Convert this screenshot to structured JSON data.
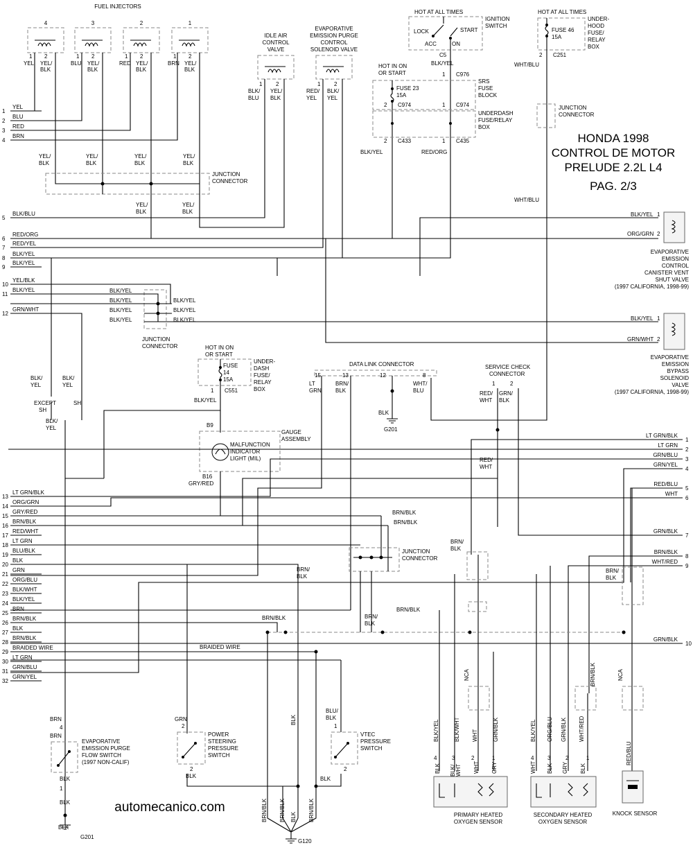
{
  "title": {
    "line1": "HONDA 1998",
    "line2": "CONTROL DE MOTOR",
    "line3": "PRELUDE 2.2L L4",
    "line4": "PAG. 2/3"
  },
  "watermark": "automecanico.com",
  "labels": {
    "fuel_injectors": "FUEL INJECTORS",
    "idle_air": [
      "IDLE AIR",
      "CONTROL",
      "VALVE"
    ],
    "evap_purge": [
      "EVAPORATIVE",
      "EMISSION PURGE",
      "CONTROL",
      "SOLENOID VALVE"
    ],
    "hot_all_times_1": "HOT AT ALL TIMES",
    "ignition_switch": [
      "IGNITION",
      "SWITCH"
    ],
    "ign_positions": [
      "LOCK",
      "START",
      "ACC",
      "ON"
    ],
    "hot_all_times_2": "HOT AT ALL TIMES",
    "underhood_box": [
      "UNDER-",
      "HOOD",
      "FUSE/",
      "RELAY",
      "BOX"
    ],
    "fuse46": [
      "FUSE 46",
      "15A"
    ],
    "hot_in_on_1": [
      "HOT IN ON",
      "OR START"
    ],
    "fuse23": [
      "FUSE 23",
      "15A"
    ],
    "srs_fuse_block": [
      "SRS",
      "FUSE",
      "BLOCK"
    ],
    "underdash_box_1": [
      "UNDERDASH",
      "FUSE/RELAY",
      "BOX"
    ],
    "junction_connector": [
      "JUNCTION",
      "CONNECTOR"
    ],
    "canister_vent": [
      "EVAPORATIVE",
      "EMISSION",
      "CONTROL",
      "CANISTER VENT",
      "SHUT VALVE",
      "(1997 CALIFORNIA, 1998-99)"
    ],
    "bypass_valve": [
      "EVAPORATIVE",
      "EMISSION",
      "BYPASS",
      "SOLENOID",
      "VALVE",
      "(1997 CALIFORNIA, 1998-99)"
    ],
    "hot_in_on_2": [
      "HOT IN ON",
      "OR START"
    ],
    "fuse14": [
      "FUSE",
      "14",
      "15A"
    ],
    "underdash_box_2": [
      "UNDER-",
      "DASH",
      "FUSE/",
      "RELAY",
      "BOX"
    ],
    "gauge_assembly": [
      "GAUGE",
      "ASSEMBLY"
    ],
    "mil": [
      "MALFUNCTION",
      "INDICATOR",
      "LIGHT (MIL)"
    ],
    "data_link": "DATA LINK CONNECTOR",
    "service_check": [
      "SERVICE CHECK",
      "CONNECTOR"
    ],
    "except_sh": [
      "EXCEPT",
      "SH"
    ],
    "sh": "SH",
    "evap_flow_switch": [
      "EVAPORATIVE",
      "EMISSION PURGE",
      "FLOW SWITCH",
      "(1997 NON-CALIF)"
    ],
    "ps_switch": [
      "POWER",
      "STEERING",
      "PRESSURE",
      "SWITCH"
    ],
    "vtec_switch": [
      "VTEC",
      "PRESSURE",
      "SWITCH"
    ],
    "primary_o2": [
      "PRIMARY HEATED",
      "OXYGEN SENSOR"
    ],
    "secondary_o2": [
      "SECONDARY HEATED",
      "OXYGEN SENSOR"
    ],
    "knock_sensor": "KNOCK SENSOR",
    "grounds": [
      "G201",
      "G120"
    ],
    "braided_wire": "BRAIDED WIRE",
    "nca": "NCA",
    "connectors": [
      "C5",
      "C976",
      "C974",
      "C974",
      "C433",
      "C435",
      "C251",
      "C551"
    ],
    "gauge_pins": [
      "B9",
      "B16"
    ]
  },
  "left_pins": [
    {
      "n": "1",
      "color": "YEL"
    },
    {
      "n": "2",
      "color": "BLU"
    },
    {
      "n": "3",
      "color": "RED"
    },
    {
      "n": "4",
      "color": "BRN"
    },
    {
      "n": "5",
      "color": "BLK/BLU"
    },
    {
      "n": "6",
      "color": "RED/ORG"
    },
    {
      "n": "7",
      "color": "RED/YEL"
    },
    {
      "n": "8",
      "color": "BLK/YEL"
    },
    {
      "n": "9",
      "color": "BLK/YEL"
    },
    {
      "n": "10",
      "color": "YEL/BLK"
    },
    {
      "n": "11",
      "color": "BLK/YEL"
    },
    {
      "n": "12",
      "color": "GRN/WHT"
    },
    {
      "n": "13",
      "color": "LT GRN/BLK"
    },
    {
      "n": "14",
      "color": "ORG/GRN"
    },
    {
      "n": "15",
      "color": "GRY/RED"
    },
    {
      "n": "16",
      "color": "BRN/BLK"
    },
    {
      "n": "17",
      "color": "RED/WHT"
    },
    {
      "n": "18",
      "color": "LT GRN"
    },
    {
      "n": "19",
      "color": "BLU/BLK"
    },
    {
      "n": "20",
      "color": "BLK"
    },
    {
      "n": "21",
      "color": "GRN"
    },
    {
      "n": "22",
      "color": "ORG/BLU"
    },
    {
      "n": "23",
      "color": "BLK/WHT"
    },
    {
      "n": "24",
      "color": "BLK/YEL"
    },
    {
      "n": "25",
      "color": "BRN"
    },
    {
      "n": "26",
      "color": "BRN/BLK"
    },
    {
      "n": "27",
      "color": "BLK"
    },
    {
      "n": "28",
      "color": "BRN/BLK"
    },
    {
      "n": "29",
      "color": "BRAIDED WIRE"
    },
    {
      "n": "30",
      "color": "LT GRN"
    },
    {
      "n": "31",
      "color": "GRN/BLU"
    },
    {
      "n": "32",
      "color": "GRN/YEL"
    }
  ],
  "right_pins": [
    {
      "n": "1",
      "color": "LT GRN/BLK"
    },
    {
      "n": "2",
      "color": "LT GRN"
    },
    {
      "n": "3",
      "color": "GRN/BLU"
    },
    {
      "n": "4",
      "color": "GRN/YEL"
    },
    {
      "n": "5",
      "color": "RED/BLU"
    },
    {
      "n": "6",
      "color": "WHT"
    },
    {
      "n": "7",
      "color": "GRN/BLK"
    },
    {
      "n": "8",
      "color": "BRN/BLK"
    },
    {
      "n": "9",
      "color": "WHT/RED"
    },
    {
      "n": "10",
      "color": "GRN/BLK"
    }
  ],
  "injectors": [
    {
      "num": "4",
      "p1": "1",
      "p2": "2",
      "w1": "YEL",
      "w2": [
        "YEL/",
        "BLK"
      ]
    },
    {
      "num": "3",
      "p1": "1",
      "p2": "2",
      "w1": "BLU",
      "w2": [
        "YEL/",
        "BLK"
      ]
    },
    {
      "num": "2",
      "p1": "1",
      "p2": "2",
      "w1": "RED",
      "w2": [
        "YEL/",
        "BLK"
      ]
    },
    {
      "num": "1",
      "p1": "1",
      "p2": "2",
      "w1": "BRN",
      "w2": [
        "YEL/",
        "BLK"
      ]
    }
  ],
  "wire_labels": [
    {
      "t": [
        "YEL/",
        "BLK"
      ]
    },
    {
      "t": [
        "YEL/",
        "BLK"
      ]
    },
    {
      "t": [
        "YEL/",
        "BLK"
      ]
    },
    {
      "t": [
        "YEL/",
        "BLK"
      ]
    },
    {
      "t": [
        "YEL/",
        "BLK"
      ]
    },
    {
      "t": [
        "YEL/",
        "BLK"
      ]
    },
    {
      "t": [
        "BLK/",
        "BLU"
      ]
    },
    {
      "t": [
        "YEL/",
        "BLK"
      ]
    },
    {
      "t": [
        "RED/",
        "YEL"
      ]
    },
    {
      "t": [
        "BLK/",
        "YEL"
      ]
    },
    {
      "t": [
        "BLK/YEL"
      ]
    },
    {
      "t": [
        "BLK/YEL"
      ]
    },
    {
      "t": [
        "RED/ORG"
      ]
    },
    {
      "t": [
        "BLK/YEL"
      ]
    },
    {
      "t": [
        "WHT/BLU"
      ]
    },
    {
      "t": [
        "WHT/BLU"
      ]
    },
    {
      "t": [
        "BLK/YEL"
      ]
    },
    {
      "t": [
        "ORG/GRN"
      ]
    },
    {
      "t": [
        "BLK/YEL"
      ]
    },
    {
      "t": [
        "GRN/WHT"
      ]
    },
    {
      "t": [
        "BLK/YEL"
      ]
    },
    {
      "t": [
        "BLK/YEL"
      ]
    },
    {
      "t": [
        "BLK/YEL"
      ]
    },
    {
      "t": [
        "BLK/YEL"
      ]
    },
    {
      "t": [
        "BLK/YEL"
      ]
    },
    {
      "t": [
        "BLK/YEL"
      ]
    },
    {
      "t": [
        "BLK/YEL"
      ]
    },
    {
      "t": [
        "BLK/",
        "YEL"
      ]
    },
    {
      "t": [
        "BLK/",
        "YEL"
      ]
    },
    {
      "t": [
        "BLK/",
        "YEL"
      ]
    },
    {
      "t": [
        "BLK/YEL"
      ]
    },
    {
      "t": [
        "GRY/RED"
      ]
    },
    {
      "t": [
        "LT",
        "GRN"
      ]
    },
    {
      "t": [
        "BRN/",
        "BLK"
      ]
    },
    {
      "t": [
        "BLK"
      ]
    },
    {
      "t": [
        "WHT/",
        "BLU"
      ]
    },
    {
      "t": [
        "RED/",
        "WHT"
      ]
    },
    {
      "t": [
        "GRN/",
        "BLK"
      ]
    },
    {
      "t": [
        "RED/",
        "WHT"
      ]
    },
    {
      "t": [
        "BRN/BLK"
      ]
    },
    {
      "t": [
        "BRN/BLK"
      ]
    },
    {
      "t": [
        "BRN/",
        "BLK"
      ]
    },
    {
      "t": [
        "BRN/",
        "BLK"
      ]
    },
    {
      "t": [
        "BRN/",
        "BLK"
      ]
    },
    {
      "t": [
        "BRN/BLK"
      ]
    },
    {
      "t": [
        "BRN/BLK"
      ]
    },
    {
      "t": [
        "BRN/",
        "BLK"
      ]
    },
    {
      "t": [
        "BRAIDED WIRE"
      ]
    },
    {
      "t": [
        "BRN"
      ]
    },
    {
      "t": [
        "BRN"
      ]
    },
    {
      "t": [
        "BLK"
      ]
    },
    {
      "t": [
        "BLK"
      ]
    },
    {
      "t": [
        "GRN"
      ]
    },
    {
      "t": [
        "BLK"
      ]
    },
    {
      "t": [
        "BLK"
      ]
    },
    {
      "t": [
        "BLU/",
        "BLK"
      ]
    },
    {
      "t": [
        "BRN/BLK"
      ]
    },
    {
      "t": [
        "BLK"
      ]
    },
    {
      "t": [
        "BRN/BLK"
      ]
    },
    {
      "t": [
        "BLK"
      ]
    },
    {
      "t": [
        "BRN/BLK"
      ]
    },
    {
      "t": [
        "NCA"
      ]
    },
    {
      "t": [
        "NCA"
      ]
    },
    {
      "t": [
        "BLK/YEL"
      ]
    },
    {
      "t": [
        "BLK/WHT"
      ]
    },
    {
      "t": [
        "WHT"
      ]
    },
    {
      "t": [
        "GRN/BLK"
      ]
    },
    {
      "t": [
        "BLK"
      ]
    },
    {
      "t": [
        "BLK/",
        "WHT"
      ]
    },
    {
      "t": [
        "WHT"
      ]
    },
    {
      "t": [
        "GRY"
      ]
    },
    {
      "t": [
        "BLK/YEL"
      ]
    },
    {
      "t": [
        "ORG/BLU"
      ]
    },
    {
      "t": [
        "GRN/BLK"
      ]
    },
    {
      "t": [
        "WHT/RED"
      ]
    },
    {
      "t": [
        "WHT"
      ]
    },
    {
      "t": [
        "BLK"
      ]
    },
    {
      "t": [
        "GRY"
      ]
    },
    {
      "t": [
        "BLK"
      ]
    },
    {
      "t": [
        "BRN/BLK"
      ]
    },
    {
      "t": [
        "RED/BLU"
      ]
    },
    {
      "t": [
        "BLK"
      ]
    },
    {
      "t": [
        "BLK"
      ]
    },
    {
      "t": [
        "BLK"
      ]
    },
    {
      "t": [
        "BLK"
      ]
    },
    {
      "t": [
        "BLK"
      ]
    },
    {
      "t": [
        "LT",
        "GRN"
      ]
    },
    {
      "t": [
        "BRN/",
        "BLK"
      ]
    },
    {
      "t": [
        "BLK/",
        "WHT"
      ]
    },
    {
      "t": [
        "WHT/",
        "BLU"
      ]
    },
    {
      "t": [
        "GRN/",
        "BLK"
      ]
    },
    {
      "t": [
        "BLK/",
        "YEL"
      ]
    },
    {
      "t": [
        "BLK/",
        "BLU"
      ]
    }
  ],
  "pin_numbers": [
    "1",
    "2",
    "1",
    "2",
    "1",
    "2",
    "1",
    "2",
    "1",
    "2",
    "1",
    "2",
    "1",
    "2",
    "1",
    "1",
    "5",
    "1",
    "7",
    "2",
    "6",
    "1",
    "2",
    "1",
    "2",
    "15",
    "13",
    "12",
    "8",
    "1",
    "2",
    "4",
    "1",
    "2",
    "2",
    "1",
    "2",
    "4",
    "3",
    "2",
    "1",
    "4",
    "3",
    "2",
    "1",
    "1",
    "2"
  ]
}
